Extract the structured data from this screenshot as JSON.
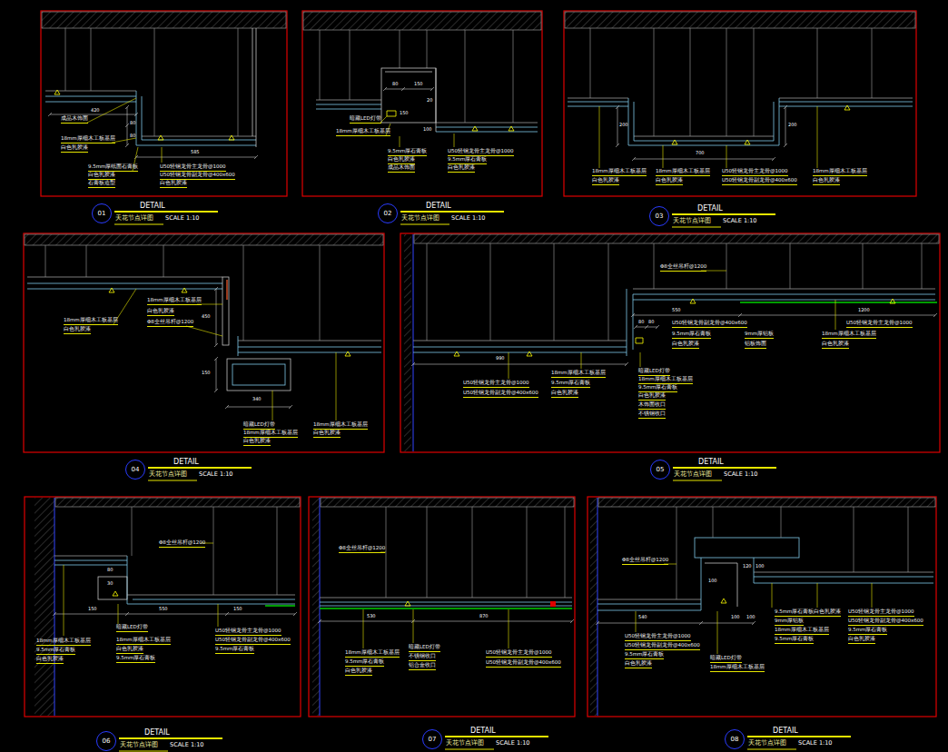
{
  "diagram": {
    "nodes": [
      {
        "text": [
          "01"
        ]
      },
      {
        "text": [
          "02"
        ]
      },
      {
        "text": [
          "03"
        ]
      },
      {
        "text": [
          "04"
        ]
      },
      {
        "text": [
          "05"
        ]
      },
      {
        "text": [
          "06"
        ]
      },
      {
        "text": [
          "07"
        ]
      },
      {
        "text": [
          "08"
        ]
      }
    ],
    "labels": [
      "420",
      "585",
      "80",
      "80",
      "成品木饰面",
      "18mm厚细木工板基层",
      "白色乳胶漆",
      "9.5mm厚纸面石膏板",
      "白色乳胶漆",
      "石膏板造型",
      "U50轻钢龙骨主龙骨@1000",
      "U50轻钢龙骨副龙骨@400x600",
      "白色乳胶漆",
      "80",
      "150",
      "20",
      "150",
      "100",
      "暗藏LED灯带",
      "18mm厚细木工板基层",
      "9.5mm厚石膏板",
      "白色乳胶漆",
      "成品木饰面",
      "U50轻钢龙骨主龙骨@1000",
      "9.5mm厚石膏板",
      "白色乳胶漆",
      "200",
      "700",
      "200",
      "18mm厚细木工板基层",
      "白色乳胶漆",
      "18mm厚细木工板基层",
      "白色乳胶漆",
      "U50轻钢龙骨主龙骨@1000",
      "U50轻钢龙骨副龙骨@400x600",
      "18mm厚细木工板基层",
      "白色乳胶漆",
      "18mm厚细木工板基层",
      "白色乳胶漆",
      "18mm厚细木工板基层",
      "白色乳胶漆",
      "Φ8全丝吊杆@1200",
      "450",
      "150",
      "340",
      "暗藏LED灯带",
      "18mm厚细木工板基层",
      "白色乳胶漆",
      "18mm厚细木工板基层",
      "白色乳胶漆",
      "Φ8全丝吊杆@1200",
      "550",
      "1200",
      "990",
      "80",
      "80",
      "U50轻钢龙骨副龙骨@400x600",
      "9.5mm厚石膏板",
      "白色乳胶漆",
      "9mm厚铝板",
      "铝板饰面",
      "U50轻钢龙骨主龙骨@1000",
      "18mm厚细木工板基层",
      "白色乳胶漆",
      "U50轻钢龙骨主龙骨@1000",
      "U50轻钢龙骨副龙骨@400x600",
      "18mm厚细木工板基层",
      "9.5mm厚石膏板",
      "白色乳胶漆",
      "暗藏LED灯带",
      "18mm厚细木工板基层",
      "9.5mm厚石膏板",
      "白色乳胶漆",
      "木饰面收口",
      "不锈钢收口",
      "Φ8全丝吊杆@1200",
      "80",
      "30",
      "150",
      "550",
      "150",
      "暗藏LED灯带",
      "18mm厚细木工板基层",
      "白色乳胶漆",
      "9.5mm厚石膏板",
      "U50轻钢龙骨主龙骨@1000",
      "U50轻钢龙骨副龙骨@400x600",
      "9.5mm厚石膏板",
      "18mm厚细木工板基层",
      "9.5mm厚石膏板",
      "白色乳胶漆",
      "Φ8全丝吊杆@1200",
      "530",
      "870",
      "18mm厚细木工板基层",
      "9.5mm厚石膏板",
      "白色乳胶漆",
      "暗藏LED灯带",
      "不锈钢收口",
      "铝合金收口",
      "U50轻钢龙骨主龙骨@1000",
      "U50轻钢龙骨副龙骨@400x600",
      "Φ8全丝吊杆@1200",
      "540",
      "120",
      "100",
      "100",
      "100",
      "100",
      "U50轻钢龙骨主龙骨@1000",
      "U50轻钢龙骨副龙骨@400x600",
      "9.5mm厚石膏板",
      "白色乳胶漆",
      "暗藏LED灯带",
      "18mm厚细木工板基层",
      "9.5mm厚石膏板",
      "9mm厚铝板",
      "18mm厚细木工板基层",
      "9.5mm厚石膏板",
      "白色乳胶漆",
      "U50轻钢龙骨主龙骨@1000",
      "U50轻钢龙骨副龙骨@400x600",
      "9.5mm厚石膏板",
      "白色乳胶漆",
      "DETAIL",
      "天花节点详图",
      "SCALE 1:10",
      "DETAIL",
      "天花节点详图",
      "SCALE 1:10",
      "DETAIL",
      "天花节点详图",
      "SCALE 1:10",
      "DETAIL",
      "天花节点详图",
      "SCALE 1:10",
      "DETAIL",
      "天花节点详图",
      "SCALE 1:10",
      "DETAIL",
      "天花节点详图",
      "SCALE 1:10",
      "DETAIL",
      "天花节点详图",
      "SCALE 1:10",
      "DETAIL",
      "天花节点详图",
      "SCALE 1:10"
    ]
  }
}
